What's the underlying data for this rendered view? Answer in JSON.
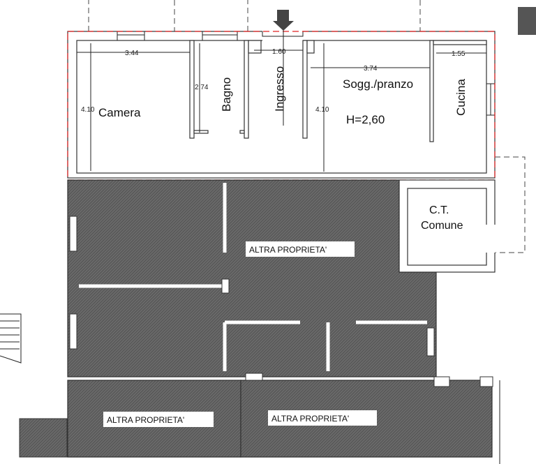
{
  "rooms": {
    "camera": "Camera",
    "bagno": "Bagno",
    "ingresso": "Ingresso",
    "soggiorno": "Sogg./pranzo",
    "cucina": "Cucina",
    "height_note": "H=2,60",
    "ct_line1": "C.T.",
    "ct_line2": "Comune"
  },
  "dimensions": {
    "camera_width": "3.44",
    "camera_depth": "4.10",
    "bagno_depth": "2.74",
    "ingresso_width": "1.60",
    "soggiorno_width": "3.74",
    "soggiorno_depth": "4.10",
    "cucina_width": "1.55"
  },
  "other_property": {
    "label_center": "ALTRA PROPRIETA'",
    "label_bottom_left": "ALTRA PROPRIETA'",
    "label_bottom_right": "ALTRA PROPRIETA'"
  },
  "colors": {
    "boundary": "#e02020",
    "hatch": "#555555"
  }
}
